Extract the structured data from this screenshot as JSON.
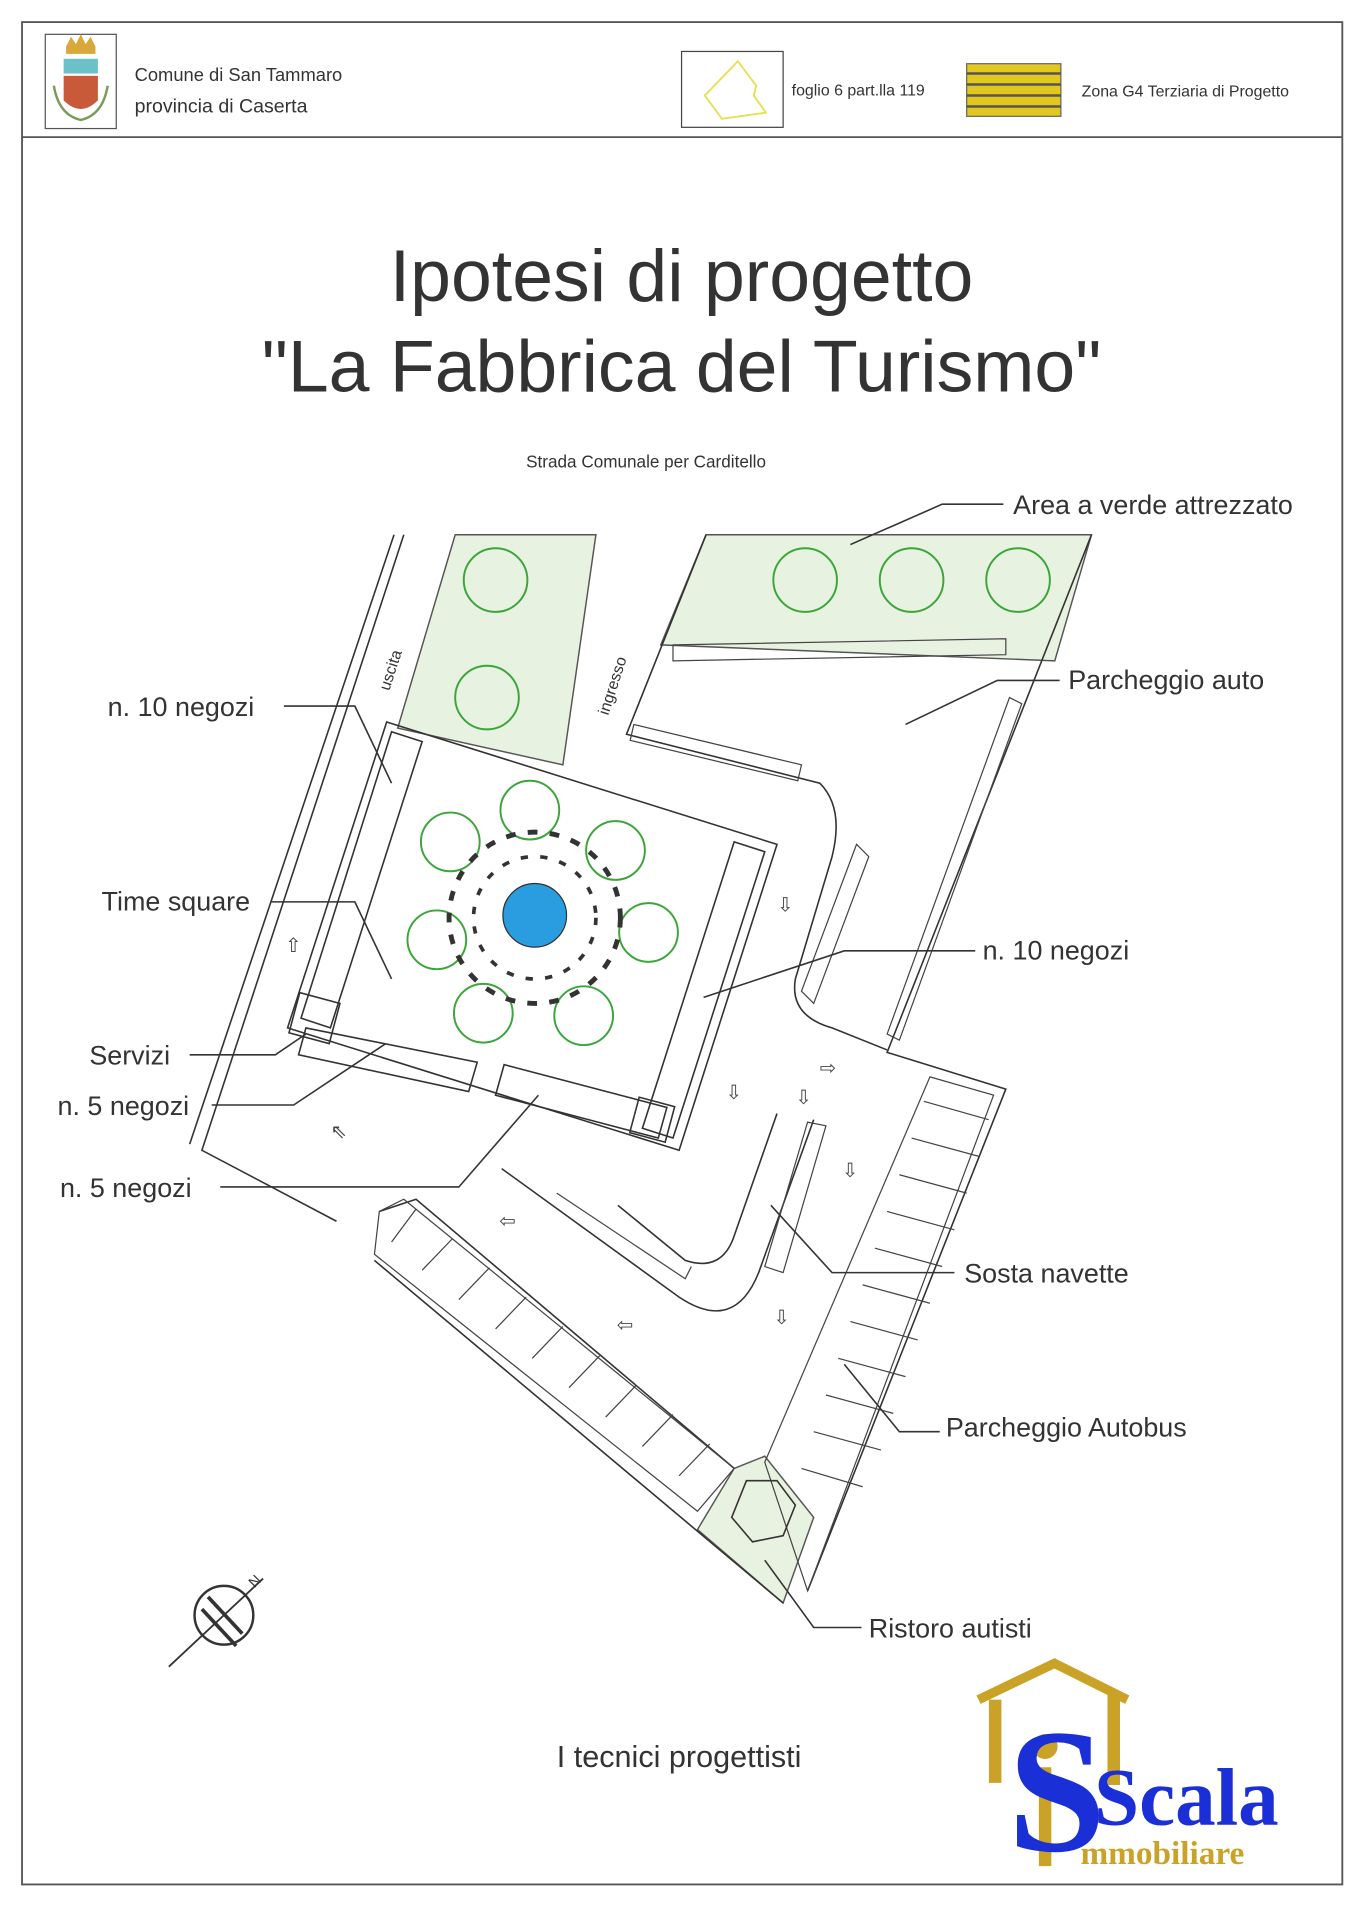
{
  "header": {
    "municipality": "Comune di San Tammaro",
    "province": "provincia di Caserta",
    "parcel_legend": "foglio 6 part.lla 119",
    "zone_legend": "Zona G4 Terziaria di Progetto",
    "parcel_color": "#e6e04a",
    "zone_color": "#e2c81c"
  },
  "title": {
    "line1": "Ipotesi di progetto",
    "line2": "\"La Fabbrica del Turismo\""
  },
  "plan": {
    "road": "Strada Comunale per Carditello",
    "exit": "uscita",
    "entrance": "ingresso",
    "labels": {
      "green_area": "Area a verde attrezzato",
      "car_parking": "Parcheggio auto",
      "shops_10_left": "n. 10 negozi",
      "time_square": "Time square",
      "shops_10_right": "n. 10 negozi",
      "services": "Servizi",
      "shops_5_a": "n. 5 negozi",
      "shops_5_b": "n. 5 negozi",
      "shuttle_stop": "Sosta navette",
      "bus_parking": "Parcheggio Autobus",
      "driver_rest": "Ristoro autisti"
    },
    "north": "N",
    "fountain_color": "#2a9de0",
    "tree_color": "#3aa63a"
  },
  "footer": {
    "signature_label": "I tecnici progettisti"
  },
  "watermark": {
    "brand_main": "Scala",
    "brand_sub": "mmobiliare",
    "blue": "#1a2fd6",
    "gold": "#c9a227"
  }
}
